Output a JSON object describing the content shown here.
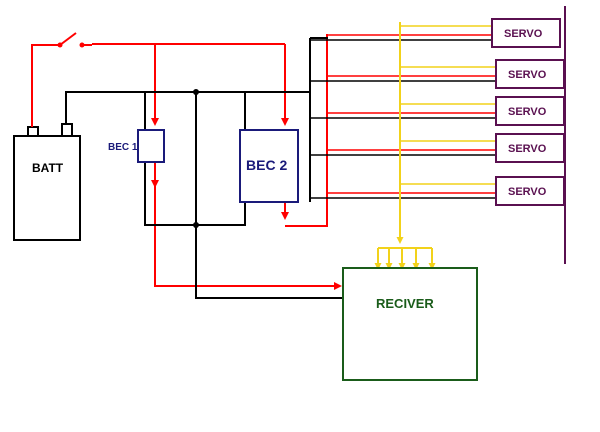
{
  "labels": {
    "batt": "BATT",
    "bec1": "BEC 1",
    "bec2": "BEC 2",
    "receiver": "RECIVER",
    "servo": "SERVO"
  },
  "servo_count": 5,
  "colors": {
    "positive": "#ff0000",
    "ground": "#000000",
    "signal": "#f2d21a",
    "batt_box": "#000000",
    "bec_box": "#1a1a7a",
    "bec_text": "#1a1a7a",
    "receiver_box": "#1a5c1a",
    "receiver_text": "#1a5c1a",
    "servo_box": "#5a1050",
    "servo_text": "#5a1050"
  }
}
